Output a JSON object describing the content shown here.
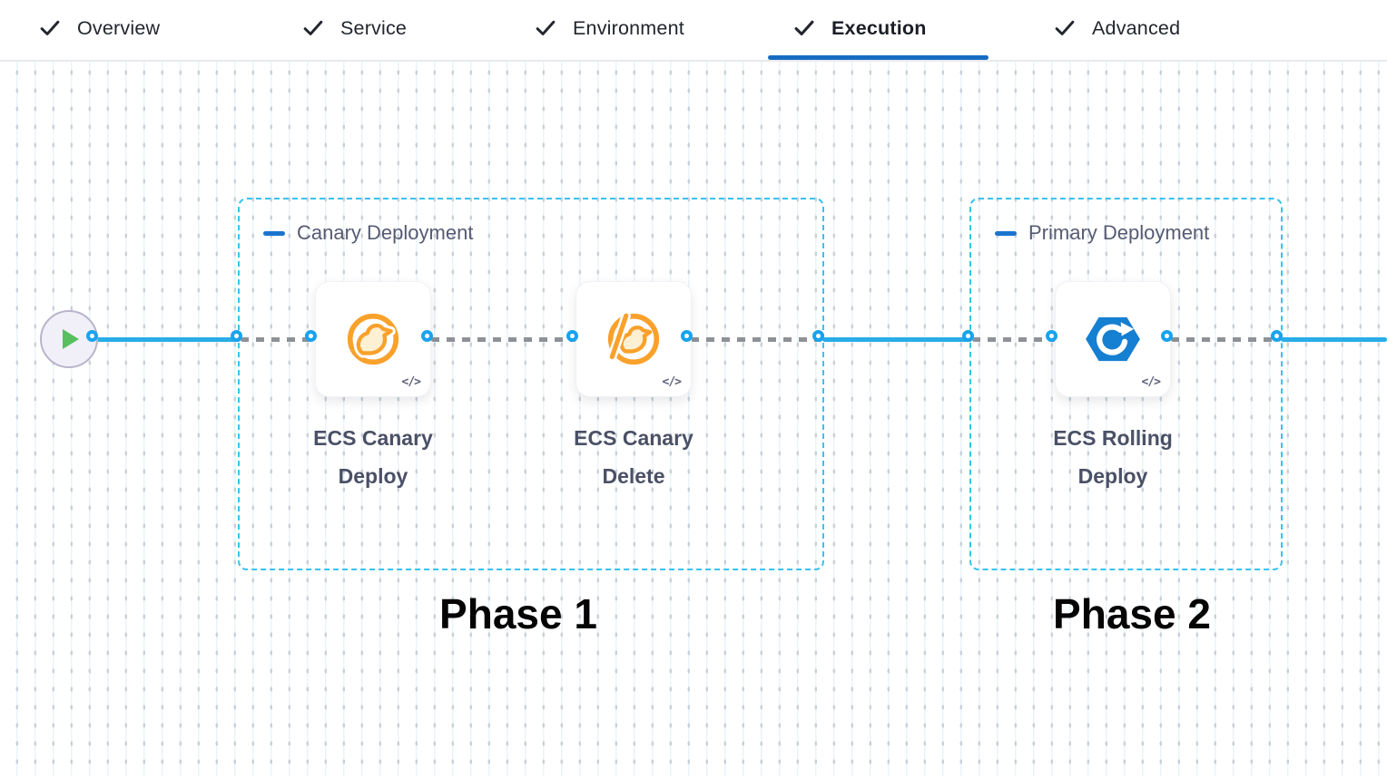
{
  "tabs": {
    "items": [
      {
        "label": "Overview",
        "state": "complete",
        "active": false
      },
      {
        "label": "Service",
        "state": "complete",
        "active": false
      },
      {
        "label": "Environment",
        "state": "complete",
        "active": false
      },
      {
        "label": "Execution",
        "state": "complete",
        "active": true
      },
      {
        "label": "Advanced",
        "state": "complete",
        "active": false
      }
    ]
  },
  "pipeline": {
    "groups": [
      {
        "label": "Canary Deployment",
        "steps": [
          {
            "name": "ECS Canary Deploy",
            "icon": "ecs-canary-deploy-icon"
          },
          {
            "name": "ECS Canary Delete",
            "icon": "ecs-canary-delete-icon"
          }
        ]
      },
      {
        "label": "Primary Deployment",
        "steps": [
          {
            "name": "ECS Rolling Deploy",
            "icon": "ecs-rolling-deploy-icon"
          }
        ]
      }
    ],
    "annotations": [
      "Phase 1",
      "Phase 2"
    ]
  },
  "icons": {
    "code": "</>"
  },
  "colors": {
    "active_tab_underline": "#176bc4",
    "connector_blue": "#29ace7",
    "connector_gray": "#8e9297",
    "port_blue": "#18a3ee",
    "group_border_cyan": "#36c3f2",
    "canary_orange": "#f9a12b",
    "ecs_hexagon_blue": "#157fd2",
    "start_play_green": "#58bf5f",
    "group_label_gray": "#565b73",
    "step_label_gray": "#4a5066"
  }
}
